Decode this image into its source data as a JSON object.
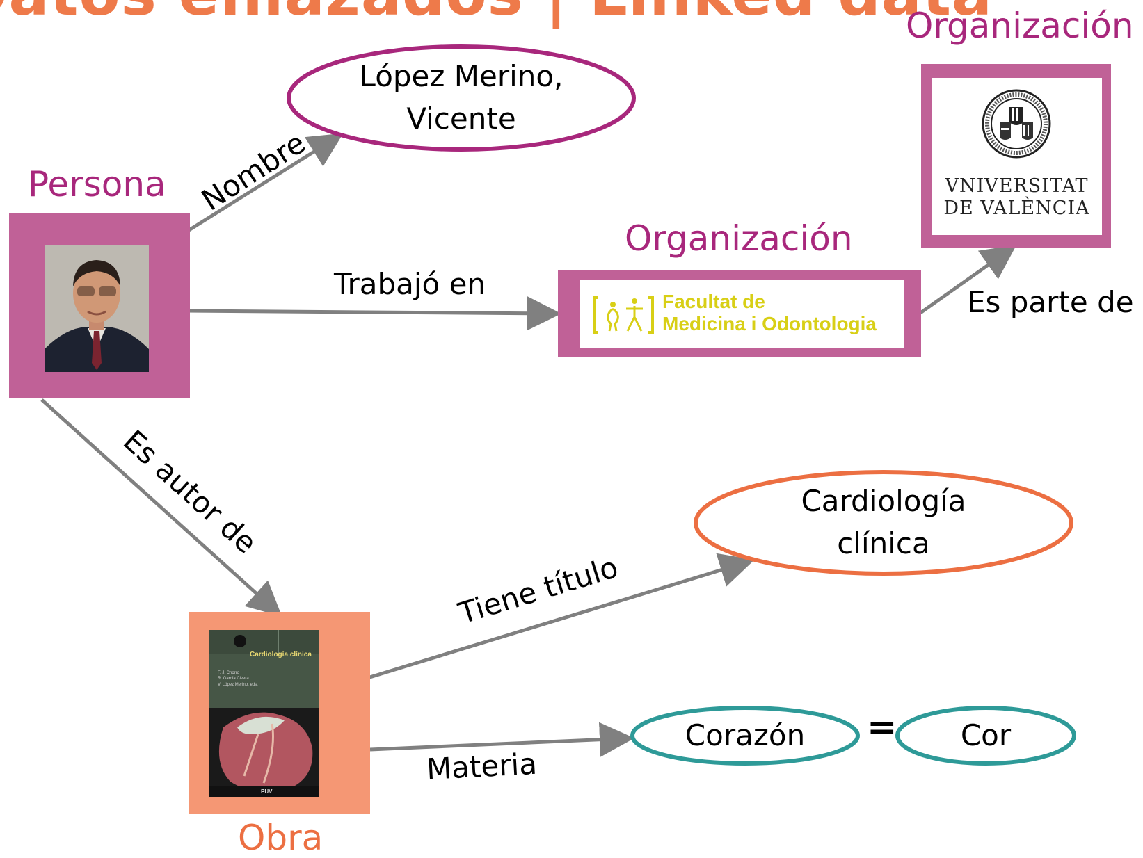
{
  "header": {
    "title": "Datos enlazados | Linked data"
  },
  "categories": {
    "persona": "Persona",
    "organizacion_1": "Organización",
    "organizacion_2": "Organización",
    "obra": "Obra"
  },
  "nodes": {
    "nombre": [
      "López Merino,",
      "Vicente"
    ],
    "titulo": [
      "Cardiología",
      "clínica"
    ],
    "materia": "Corazón",
    "materia_equiv": "Cor",
    "equals": "="
  },
  "relations": {
    "nombre": "Nombre",
    "trabajo": "Trabajó en",
    "parte": "Es parte de",
    "autor": "Es autor de",
    "titulo": "Tiene título",
    "materia": "Materia"
  },
  "logos": {
    "facultat": [
      "Facultat de",
      "Medicina i Odontologia"
    ],
    "universitat": [
      "VNIVERSITAT",
      "DE VALÈNCIA"
    ]
  },
  "book": {
    "title": "Cardiología clínica",
    "authors": [
      "F. J. Chorro",
      "R. García Civera",
      "V. López Merino, eds."
    ],
    "publisher": "PUV"
  },
  "colors": {
    "magenta": "#a8277c",
    "frame_magenta": "#c06197",
    "orange": "#ec6f42",
    "frame_orange": "#f59774",
    "teal": "#2e9a98",
    "arrow": "#808080",
    "facultat_yellow": "#d8cf16"
  },
  "icons": [
    "person-photo",
    "facultat-logo-icon",
    "universitat-seal-icon",
    "book-cover"
  ]
}
